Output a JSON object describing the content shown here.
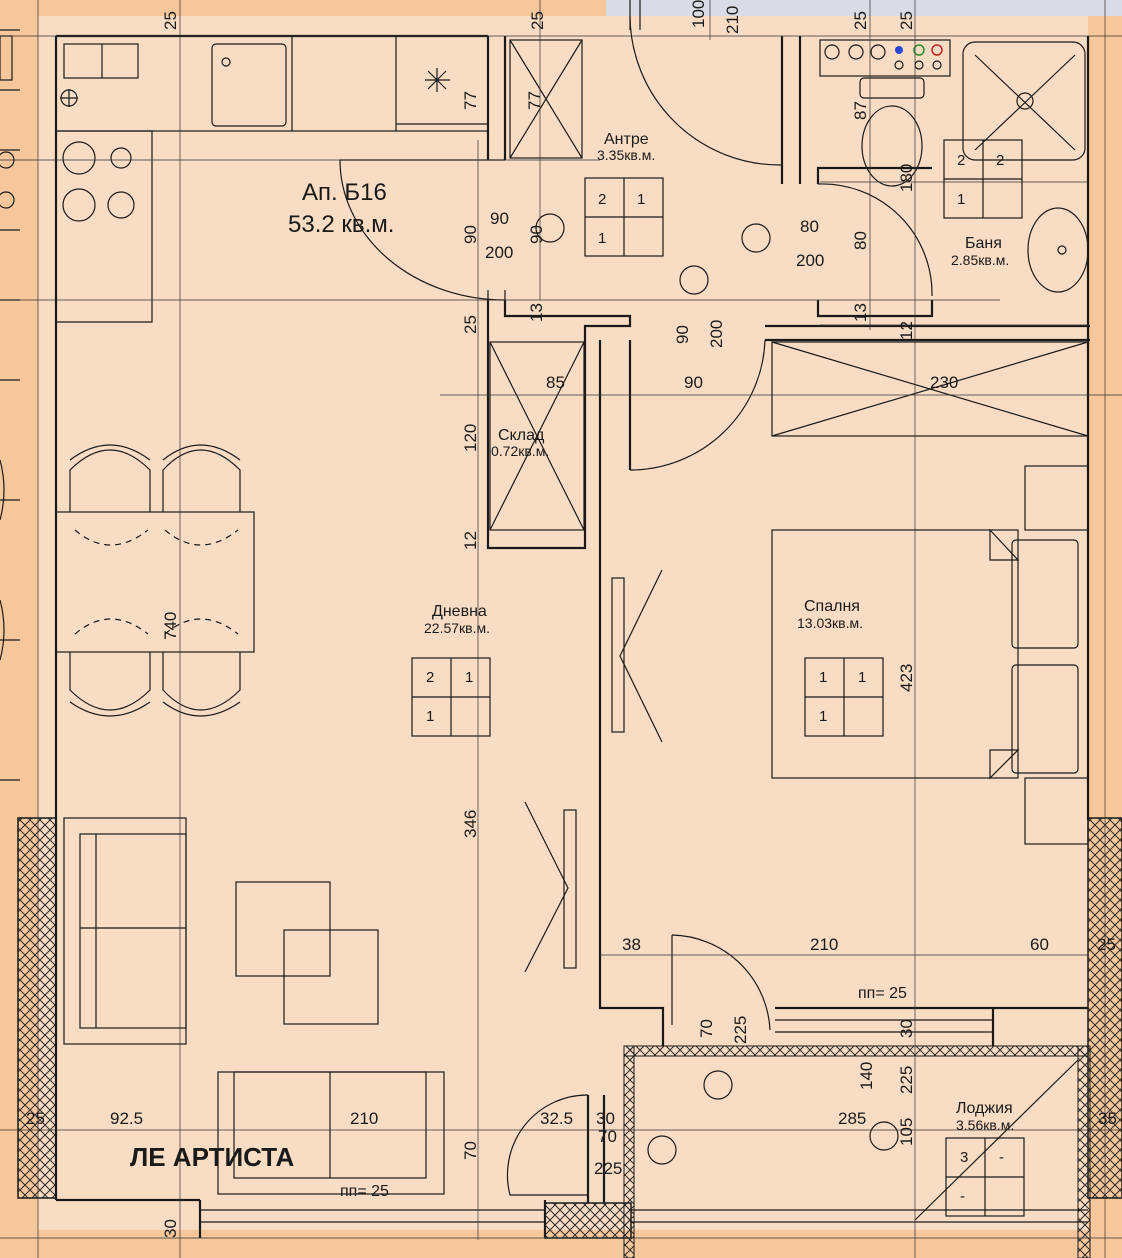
{
  "apartment": {
    "name": "Ап. Б16",
    "area": "53.2 кв.м."
  },
  "rooms": {
    "antre": {
      "name": "Антре",
      "area": "3.35кв.м."
    },
    "banya": {
      "name": "Баня",
      "area": "2.85кв.м."
    },
    "sklad": {
      "name": "Склад",
      "area": "0.72кв.м."
    },
    "dnevna": {
      "name": "Дневна",
      "area": "22.57кв.м."
    },
    "spalnya": {
      "name": "Спалня",
      "area": "13.03кв.м."
    },
    "lodzhia": {
      "name": "Лоджия",
      "area": "3.56кв.м."
    }
  },
  "dimensions": {
    "d25a": "25",
    "d25b": "25",
    "d100": "100",
    "d210top": "210",
    "d25c": "25",
    "d25d": "25",
    "d77a": "77",
    "d77b": "77",
    "d87": "87",
    "d180": "180",
    "d90a": "90",
    "d200a": "200",
    "d90b": "90",
    "d90c": "90",
    "d80a": "80",
    "d200b": "200",
    "d80b": "80",
    "d25e": "25",
    "d13a": "13",
    "d13b": "13",
    "d12a": "12",
    "d90d": "90",
    "d200c": "200",
    "d90e": "90",
    "d85": "85",
    "d230": "230",
    "d120": "120",
    "d12b": "12",
    "d740": "740",
    "d423": "423",
    "d346": "346",
    "d38": "38",
    "d210mid": "210",
    "d60": "60",
    "d25r": "25",
    "pp1": "пп= 25",
    "d70a": "70",
    "d225a": "225",
    "d30a": "30",
    "d140": "140",
    "d225b": "225",
    "d285": "285",
    "d105": "105",
    "d35": "35",
    "d25f": "25",
    "d92_5": "92.5",
    "d210bot": "210",
    "d32_5": "32.5",
    "d30b": "30",
    "d70b": "70",
    "d225c": "225",
    "d70c": "70",
    "pp2": "пп= 25",
    "d30c": "30"
  },
  "furniture_numbers": {
    "antre": [
      "2",
      "1",
      "1"
    ],
    "banya": [
      "2",
      "2",
      "1"
    ],
    "dnevna": [
      "2",
      "1",
      "1"
    ],
    "spalnya": [
      "1",
      "1",
      "1"
    ],
    "lodzhia": [
      "3",
      "-",
      "-"
    ]
  },
  "watermark": "ЛЕ АРТИСТА",
  "colors": {
    "floor": "#f9dcc4",
    "outside": "#f6c79a",
    "wall": "#1a1a1a",
    "watermark": "#e8856a",
    "top_strip": "#d8dce4"
  }
}
